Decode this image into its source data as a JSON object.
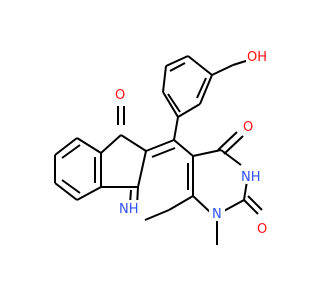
{
  "colors": {
    "bond": "#000000",
    "oxygen": "#ff0d0d",
    "nitrogen": "#3050f8",
    "background": "#ffffff"
  },
  "labels": {
    "hydroxyl": "OH",
    "ketone_o": "O",
    "upper_carbonyl_o": "O",
    "lower_carbonyl_o": "O",
    "amide_nh": "NH",
    "indole_nh": "NH",
    "n_methyl": "N"
  }
}
